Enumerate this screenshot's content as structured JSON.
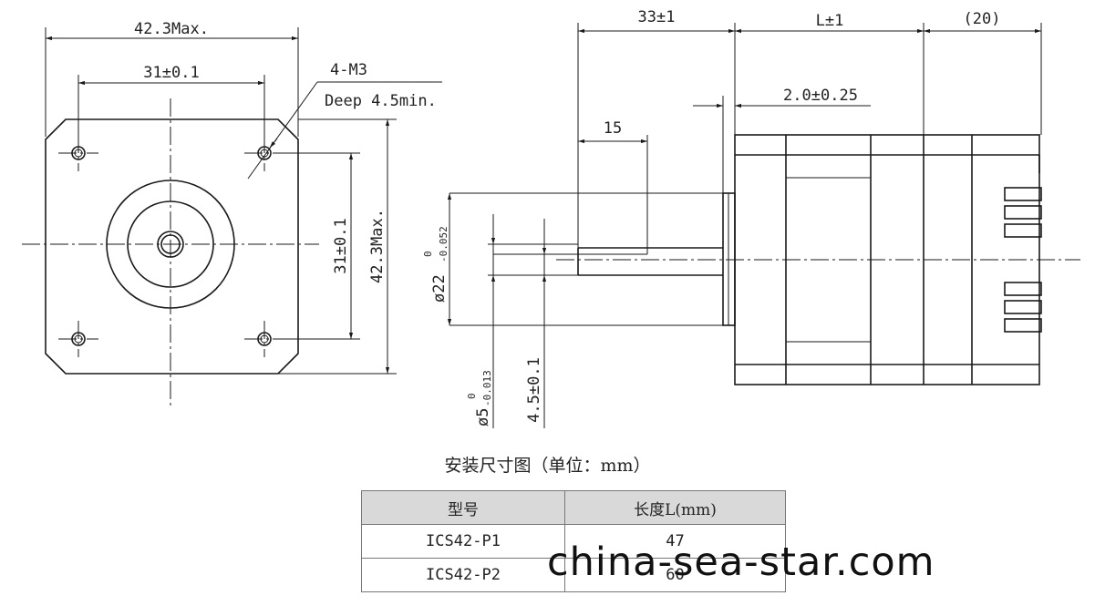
{
  "front_view": {
    "dim_overall_width": "42.3Max.",
    "dim_hole_spacing_h": "31±0.1",
    "dim_hole_spacing_v": "31±0.1",
    "dim_overall_height": "42.3Max.",
    "callout_thread": "4-M3",
    "callout_depth": "Deep 4.5min."
  },
  "side_view": {
    "dim_shaft_length": "33±1",
    "dim_body_length": "L±1",
    "dim_rear": "(20)",
    "dim_boss_height": "2.0±0.25",
    "dim_flat_length": "15",
    "dim_boss_dia": "ø22",
    "dim_boss_dia_tol_upper": "0",
    "dim_boss_dia_tol_lower": "-0.052",
    "dim_shaft_dia": "ø5",
    "dim_shaft_dia_tol_upper": "0",
    "dim_shaft_dia_tol_lower": "-0.013",
    "dim_flat_depth": "4.5±0.1"
  },
  "caption": "安装尺寸图（单位：mm）",
  "table": {
    "headers": [
      "型号",
      "长度L(mm)"
    ],
    "rows": [
      [
        "ICS42-P1",
        "47"
      ],
      [
        "ICS42-P2",
        "60"
      ]
    ]
  },
  "watermark": "china-sea-star.com"
}
